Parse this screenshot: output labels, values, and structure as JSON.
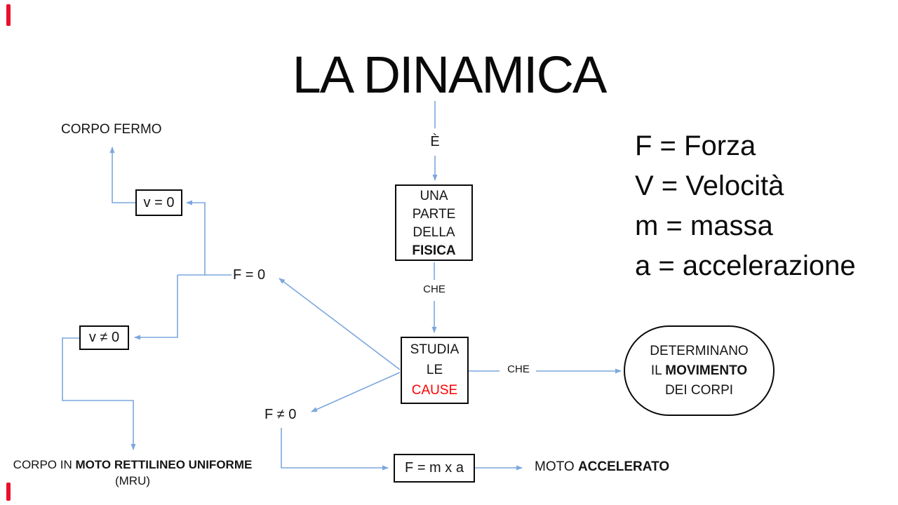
{
  "title": "LA DINAMICA",
  "connector_labels": {
    "e": "È",
    "che_top": "CHE",
    "che_right": "CHE",
    "f_zero": "F = 0",
    "f_not_zero": "F ≠ 0"
  },
  "nodes": {
    "una_parte": {
      "lines": [
        "UNA",
        "PARTE",
        "DELLA"
      ],
      "bold_line": "FISICA"
    },
    "studia": {
      "lines": [
        "STUDIA",
        "LE"
      ],
      "red_line": "CAUSE"
    },
    "v_zero": {
      "label": "v = 0"
    },
    "v_not_zero": {
      "label": "v ≠ 0"
    },
    "f_mxa": {
      "label": "F = m x a"
    },
    "ellipse": {
      "line1": "DETERMINANO",
      "line2_prefix": "IL ",
      "line2_bold": "MOVIMENTO",
      "line3": "DEI CORPI"
    },
    "corpo_fermo": {
      "label": "CORPO FERMO"
    },
    "corpo_moto": {
      "prefix": "CORPO IN ",
      "bold": "MOTO RETTILINEO UNIFORME",
      "sub": "(MRU)"
    },
    "moto_accelerato": {
      "prefix": "MOTO ",
      "bold": "ACCELERATO"
    }
  },
  "legend": {
    "items": [
      "F = Forza",
      "V = Velocità",
      "m = massa",
      "a = accelerazione"
    ]
  },
  "colors": {
    "line_blue": "#7CA7DE",
    "cause_red": "#FF0000",
    "red_mark": "#E8112D"
  }
}
